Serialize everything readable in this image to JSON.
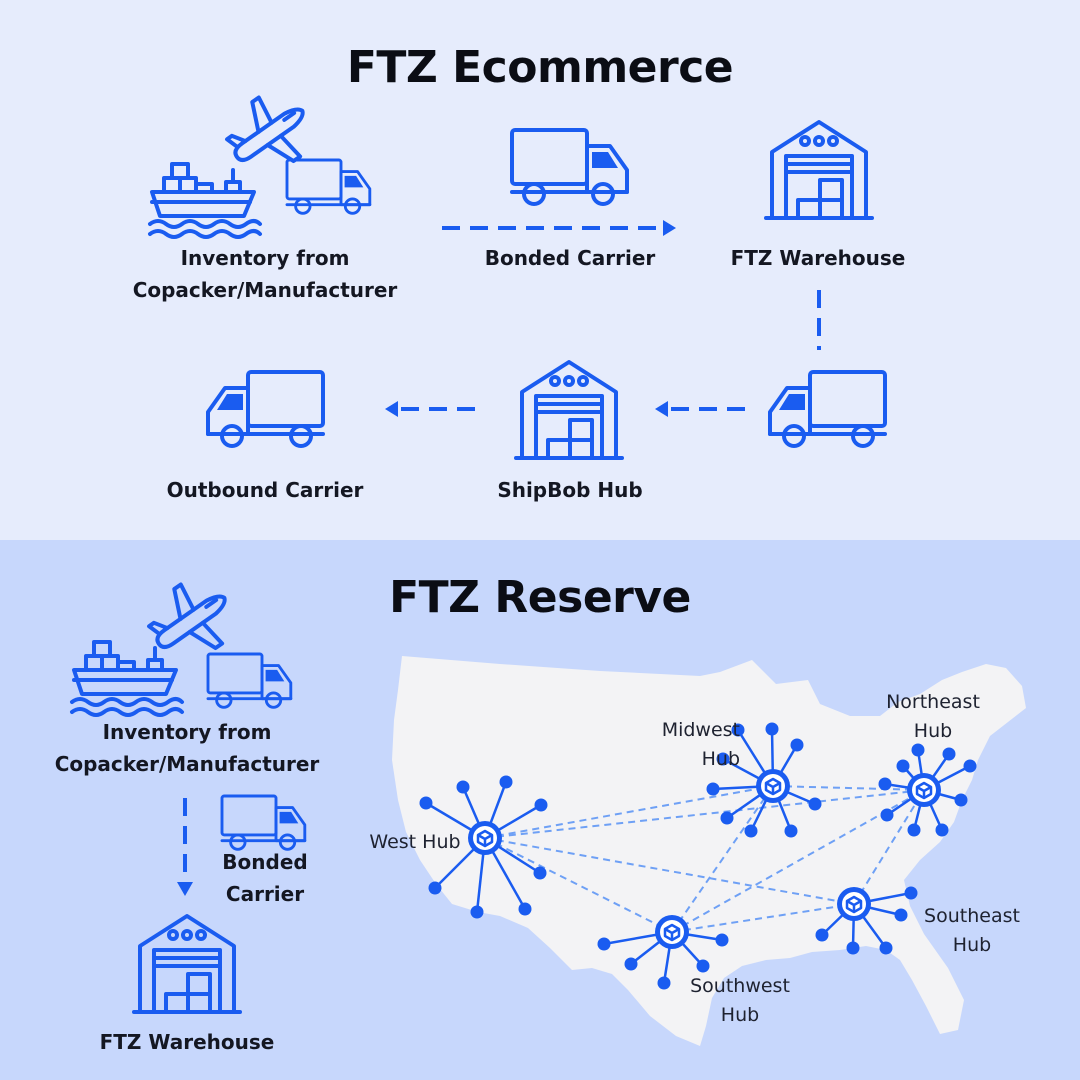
{
  "ecommerce": {
    "title": "FTZ Ecommerce",
    "inventory_label": [
      "Inventory from",
      "Copacker/Manufacturer"
    ],
    "bonded_label": "Bonded Carrier",
    "warehouse_label": "FTZ Warehouse",
    "hub_label": "ShipBob Hub",
    "outbound_label": "Outbound Carrier"
  },
  "reserve": {
    "title": "FTZ Reserve",
    "inventory_label": [
      "Inventory from",
      "Copacker/Manufacturer"
    ],
    "bonded_label": [
      "Bonded",
      "Carrier"
    ],
    "warehouse_label": "FTZ Warehouse",
    "hubs": {
      "west": [
        "West Hub"
      ],
      "midwest": [
        "Midwest",
        "Hub"
      ],
      "northeast": [
        "Northeast",
        "Hub"
      ],
      "southwest": [
        "Southwest",
        "Hub"
      ],
      "southeast": [
        "Southeast",
        "Hub"
      ]
    }
  },
  "colors": {
    "accent": "#1a5cf0",
    "top_bg": "#e6ecfc",
    "bottom_bg": "#c7d7fc",
    "map": "#f3f3f5"
  },
  "icons": [
    "airplane-icon",
    "cargo-ship-icon",
    "delivery-truck-icon",
    "warehouse-icon",
    "hub-marker-icon"
  ]
}
